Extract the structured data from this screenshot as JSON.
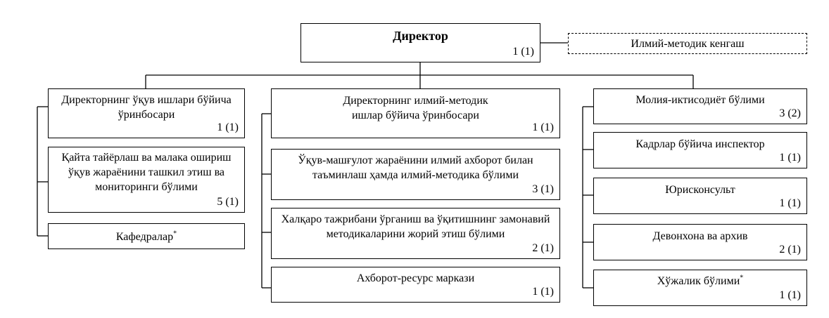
{
  "director": {
    "title": "Директор",
    "count": "1 (1)"
  },
  "council": {
    "title": "Илмий-методик кенгаш"
  },
  "left": [
    {
      "title": "Директорнинг ўқув ишлари бўйича ўринбосари",
      "count": "1 (1)"
    },
    {
      "title": "Қайта тайёрлаш ва малака ошириш ўқув жараёнини ташкил этиш ва мониторинги бўлими",
      "count": "5 (1)"
    },
    {
      "title": "Кафедралар",
      "star": "*"
    }
  ],
  "middle": [
    {
      "title": "Директорнинг илмий-методик ишлар бўйича ўринбосари",
      "count": "1 (1)"
    },
    {
      "title": "Ўқув-машғулот жараёнини илмий ахборот билан таъминлаш ҳамда илмий-методика бўлими",
      "count": "3 (1)"
    },
    {
      "title": "Халқаро тажрибани ўрганиш ва ўқитишнинг замонавий методикаларини жорий этиш бўлими",
      "count": "2 (1)"
    },
    {
      "title": "Ахборот-ресурс маркази",
      "count": "1 (1)"
    }
  ],
  "right": [
    {
      "title": "Молия-иктисодиёт бўлими",
      "count": "3 (2)"
    },
    {
      "title": "Кадрлар бўйича инспектор",
      "count": "1 (1)"
    },
    {
      "title": "Юрисконсульт",
      "count": "1 (1)"
    },
    {
      "title": "Девонхона ва архив",
      "count": "2 (1)"
    },
    {
      "title": "Хўжалик бўлими",
      "star": "*",
      "count": "1 (1)"
    }
  ]
}
